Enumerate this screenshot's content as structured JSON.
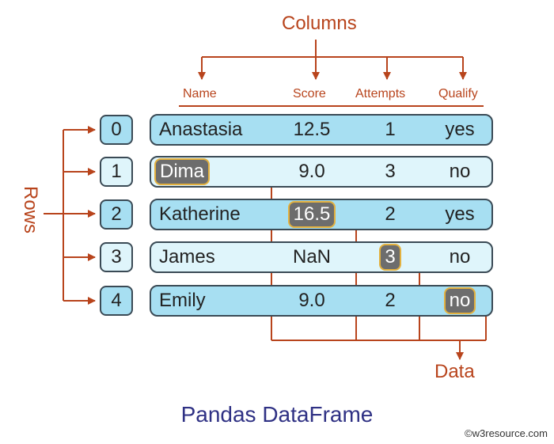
{
  "labels": {
    "columns": "Columns",
    "rows": "Rows",
    "data": "Data",
    "title": "Pandas DataFrame",
    "credit": "©w3resource.com"
  },
  "headers": [
    "Name",
    "Score",
    "Attempts",
    "Qualify"
  ],
  "index": [
    "0",
    "1",
    "2",
    "3",
    "4"
  ],
  "rows": [
    {
      "name": "Anastasia",
      "score": "12.5",
      "attempts": "1",
      "qualify": "yes"
    },
    {
      "name": "Dima",
      "score": "9.0",
      "attempts": "3",
      "qualify": "no"
    },
    {
      "name": "Katherine",
      "score": "16.5",
      "attempts": "2",
      "qualify": "yes"
    },
    {
      "name": "James",
      "score": "NaN",
      "attempts": "3",
      "qualify": "no"
    },
    {
      "name": "Emily",
      "score": "9.0",
      "attempts": "2",
      "qualify": "no"
    }
  ],
  "highlighted_cells": [
    {
      "row": 1,
      "column": "name"
    },
    {
      "row": 2,
      "column": "score"
    },
    {
      "row": 3,
      "column": "attempts"
    },
    {
      "row": 4,
      "column": "qualify"
    }
  ],
  "colors": {
    "annotation": "#b8441c",
    "title": "#2f3184",
    "row_even": "#a7dff2",
    "row_odd": "#dff5fb",
    "highlight_fill": "#6d6d6d",
    "highlight_border": "#e3b13f"
  }
}
